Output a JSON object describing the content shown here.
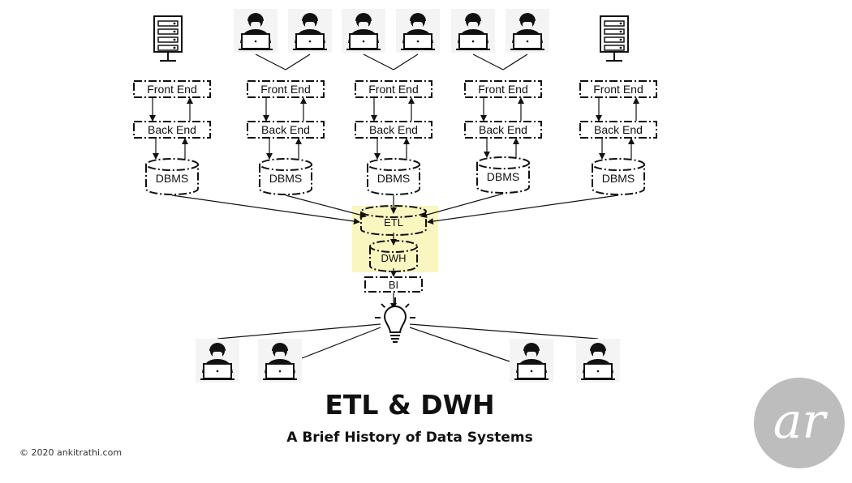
{
  "title": "ETL & DWH",
  "subtitle": "A Brief History of Data Systems",
  "copyright": "© 2020 ankitrathi.com",
  "logo_text": "ar",
  "colors": {
    "stroke": "#111111",
    "highlight": "#faf6bf",
    "logo_circle": "#bdbdbd",
    "logo_text": "#ffffff"
  },
  "stacks": [
    {
      "source_icon": "server-icon",
      "users": 0,
      "front_end": "Front End",
      "back_end": "Back End",
      "dbms": "DBMS"
    },
    {
      "source_icon": "user-laptop-icon",
      "users": 2,
      "front_end": "Front End",
      "back_end": "Back End",
      "dbms": "DBMS"
    },
    {
      "source_icon": "user-laptop-icon",
      "users": 2,
      "front_end": "Front End",
      "back_end": "Back End",
      "dbms": "DBMS"
    },
    {
      "source_icon": "user-laptop-icon",
      "users": 2,
      "front_end": "Front End",
      "back_end": "Back End",
      "dbms": "DBMS"
    },
    {
      "source_icon": "server-icon",
      "users": 0,
      "front_end": "Front End",
      "back_end": "Back End",
      "dbms": "DBMS"
    }
  ],
  "pipeline": {
    "etl": "ETL",
    "dwh": "DWH",
    "bi": "BI",
    "insight_icon": "lightbulb-icon"
  },
  "consumers": [
    {
      "icon": "user-laptop-icon"
    },
    {
      "icon": "user-laptop-icon"
    },
    {
      "icon": "user-laptop-icon"
    },
    {
      "icon": "user-laptop-icon"
    }
  ]
}
